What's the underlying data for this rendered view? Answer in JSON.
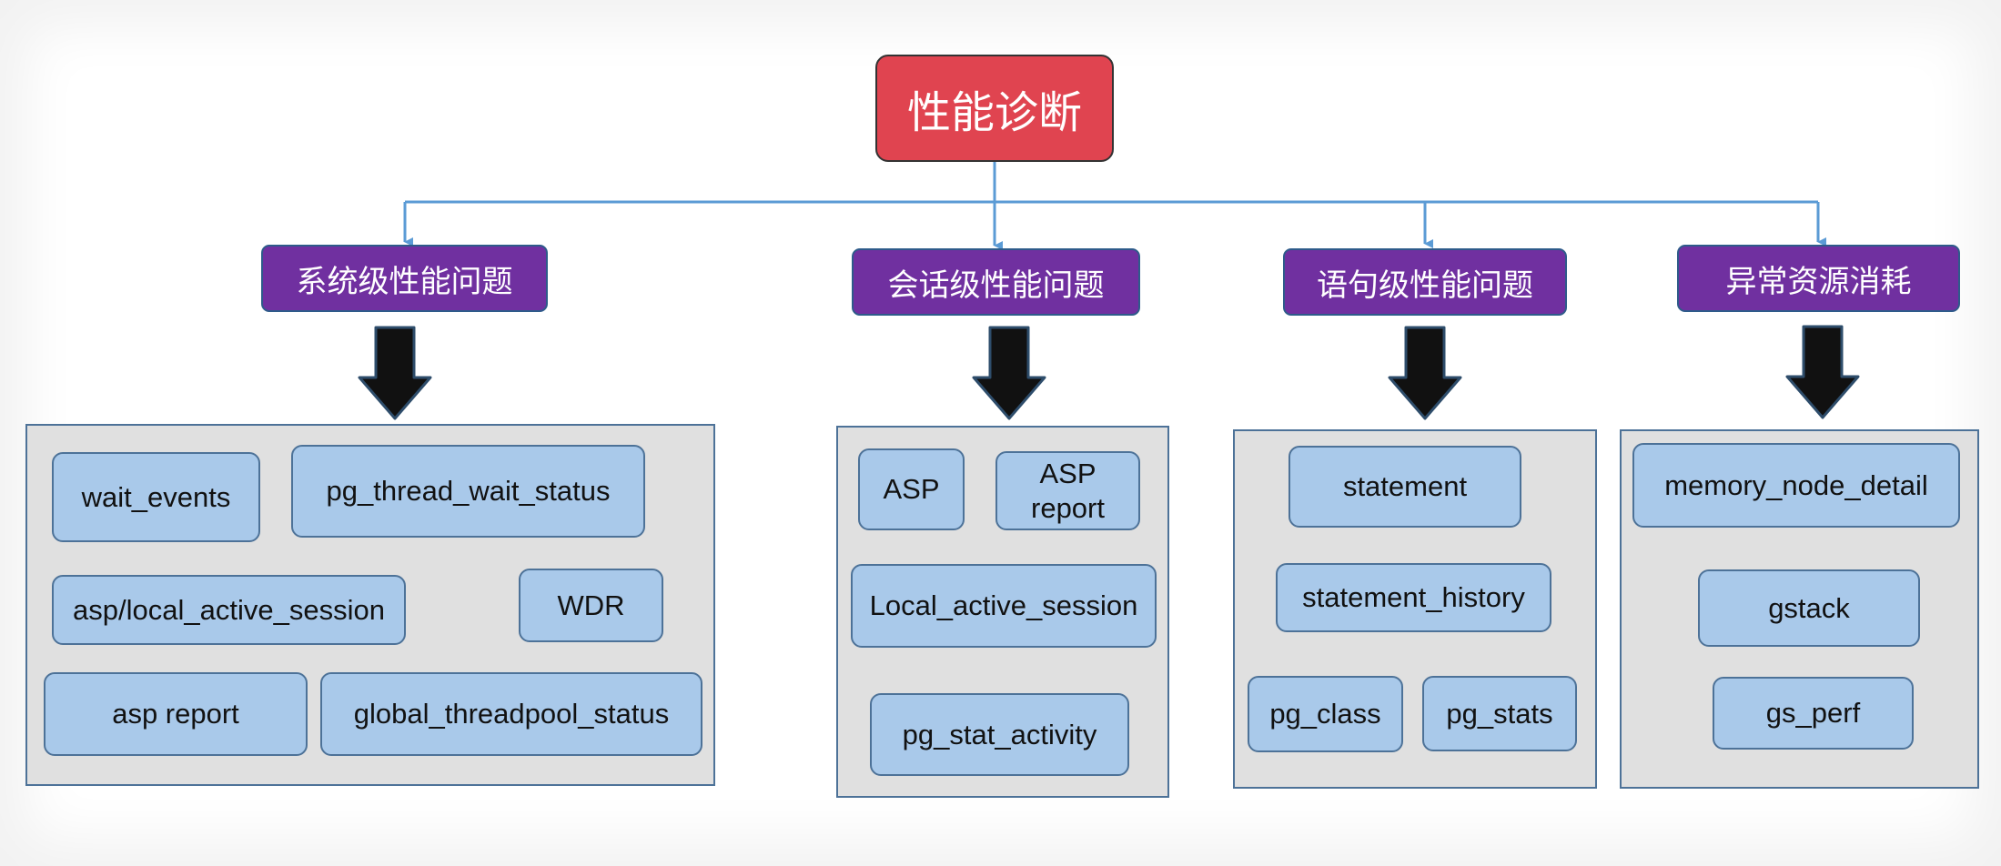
{
  "root": {
    "label": "性能诊断"
  },
  "categories": [
    {
      "label": "系统级性能问题",
      "tools": [
        "wait_events",
        "pg_thread_wait_status",
        "asp/local_active_session",
        "WDR",
        "asp report",
        "global_threadpool_status"
      ]
    },
    {
      "label": "会话级性能问题",
      "tools": [
        "ASP",
        "ASP report",
        "Local_active_session",
        "pg_stat_activity"
      ]
    },
    {
      "label": "语句级性能问题",
      "tools": [
        "statement",
        "statement_history",
        "pg_class",
        "pg_stats"
      ]
    },
    {
      "label": "异常资源消耗",
      "tools": [
        "memory_node_detail",
        "gstack",
        "gs_perf"
      ]
    }
  ],
  "colors": {
    "root_fill": "#e04450",
    "category_fill": "#7030a0",
    "panel_fill": "#e0e0e0",
    "tool_fill": "#a9c9ea",
    "connector": "#5b9bd5",
    "block_arrow": "#111111"
  }
}
